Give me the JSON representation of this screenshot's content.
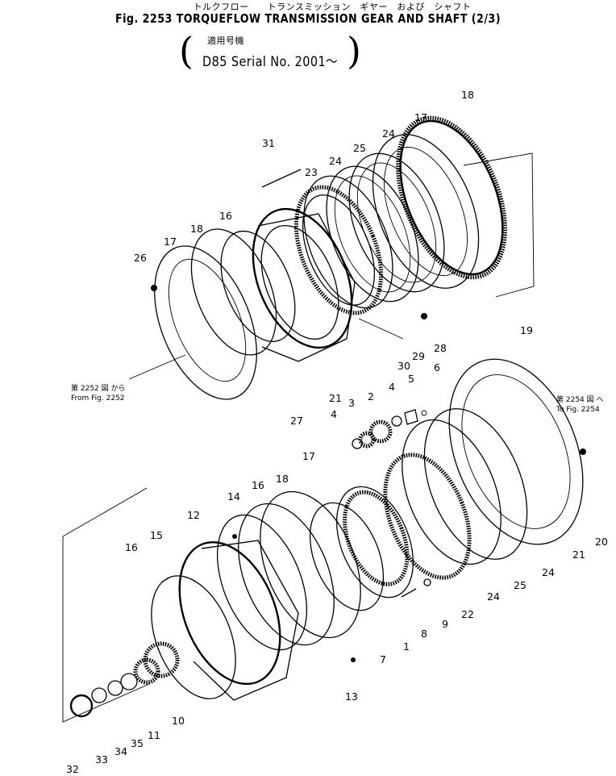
{
  "header": {
    "jp_title": "トルクフロー　　トランスミッション　ギヤー　および　シャフト",
    "title": "Fig. 2253 TORQUEFLOW TRANSMISSION GEAR AND SHAFT (2/3)",
    "applicability_jp": "適用号機",
    "applicability": "D85 Serial No. 2001～"
  },
  "references": {
    "from_jp": "第 2252 図 から",
    "from": "From Fig. 2252",
    "to_jp": "第 2254 図 へ",
    "to": "To Fig. 2254"
  },
  "callouts": [
    "18",
    "17",
    "24",
    "25",
    "31",
    "24",
    "23",
    "16",
    "18",
    "17",
    "26",
    "28",
    "29",
    "30",
    "21",
    "27",
    "19",
    "6",
    "5",
    "4",
    "2",
    "3",
    "4",
    "20",
    "21",
    "14",
    "15",
    "12",
    "16",
    "18",
    "17",
    "16",
    "7",
    "1",
    "8",
    "9",
    "22",
    "24",
    "25",
    "24",
    "13",
    "10",
    "11",
    "35",
    "34",
    "33",
    "32"
  ]
}
